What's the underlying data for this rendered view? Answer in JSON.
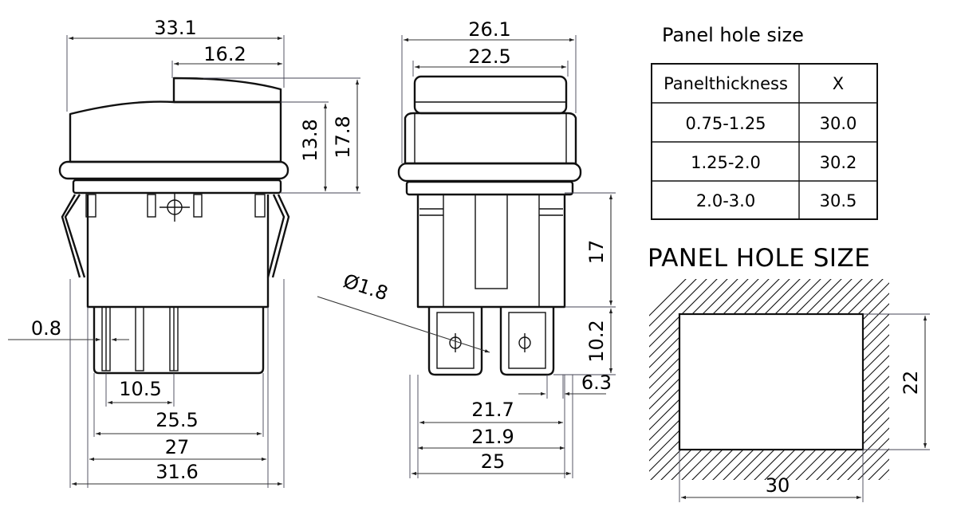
{
  "side_view": {
    "dims": {
      "overall_width": "33.1",
      "rocker_width": "16.2",
      "rocker_height": "13.8",
      "head_height": "17.8",
      "terminal_thickness": "0.8",
      "terminal_pitch": "10.5",
      "body_width_inner": "25.5",
      "body_width_mid": "27",
      "body_width_outer": "31.6"
    }
  },
  "front_view": {
    "dims": {
      "head_width": "26.1",
      "rocker_width": "22.5",
      "hole_diameter": "Ø1.8",
      "body_depth": "17",
      "terminal_length": "10.2",
      "terminal_width": "6.3",
      "span_a": "21.7",
      "span_b": "21.9",
      "body_width": "25"
    }
  },
  "panel_table": {
    "title": "Panel hole size",
    "header": {
      "thickness": "Panelthickness",
      "x": "X"
    },
    "rows": [
      {
        "thickness": "0.75-1.25",
        "x": "30.0"
      },
      {
        "thickness": "1.25-2.0",
        "x": "30.2"
      },
      {
        "thickness": "2.0-3.0",
        "x": "30.5"
      }
    ]
  },
  "panel_cutout": {
    "title": "PANEL HOLE SIZE",
    "width": "30",
    "height": "22"
  }
}
